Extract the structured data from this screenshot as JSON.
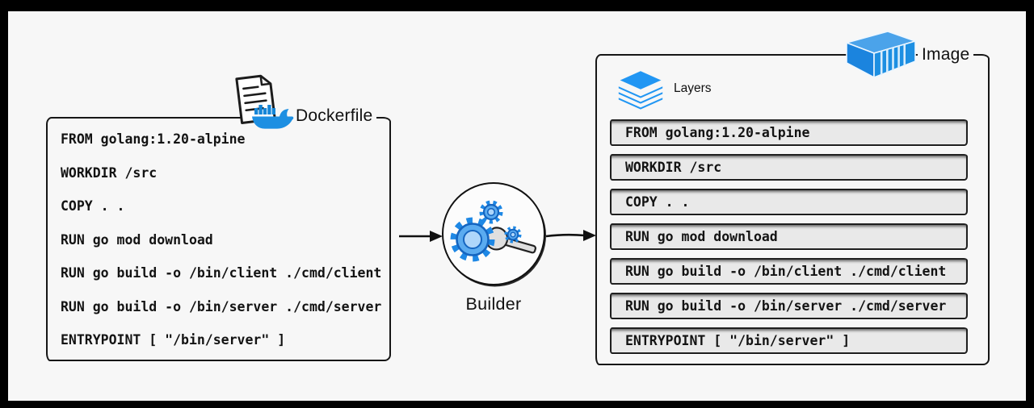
{
  "colors": {
    "background": "#f7f7f7",
    "frame": "#000000",
    "docker_blue": "#1d8fe2",
    "light_blue": "#aed6fa",
    "row_fill": "#e9e9e9",
    "ink": "#111111"
  },
  "dockerfile": {
    "title": "Dockerfile",
    "icon": "document-with-docker-whale-icon",
    "lines": [
      "FROM golang:1.20-alpine",
      "WORKDIR /src",
      "COPY . .",
      "RUN go mod download",
      "RUN go build -o /bin/client ./cmd/client",
      "RUN go build -o /bin/server ./cmd/server",
      "ENTRYPOINT [ \"/bin/server\" ]"
    ]
  },
  "builder": {
    "label": "Builder",
    "icon": "gears-and-wrench-icon"
  },
  "image": {
    "title": "Image",
    "icon": "shipping-container-icon",
    "layers_label": "Layers",
    "layers_icon": "stacked-layers-icon",
    "layers": [
      "FROM golang:1.20-alpine",
      "WORKDIR /src",
      "COPY . .",
      "RUN go mod download",
      "RUN go build -o /bin/client ./cmd/client",
      "RUN go build -o /bin/server ./cmd/server",
      "ENTRYPOINT [ \"/bin/server\" ]"
    ]
  }
}
